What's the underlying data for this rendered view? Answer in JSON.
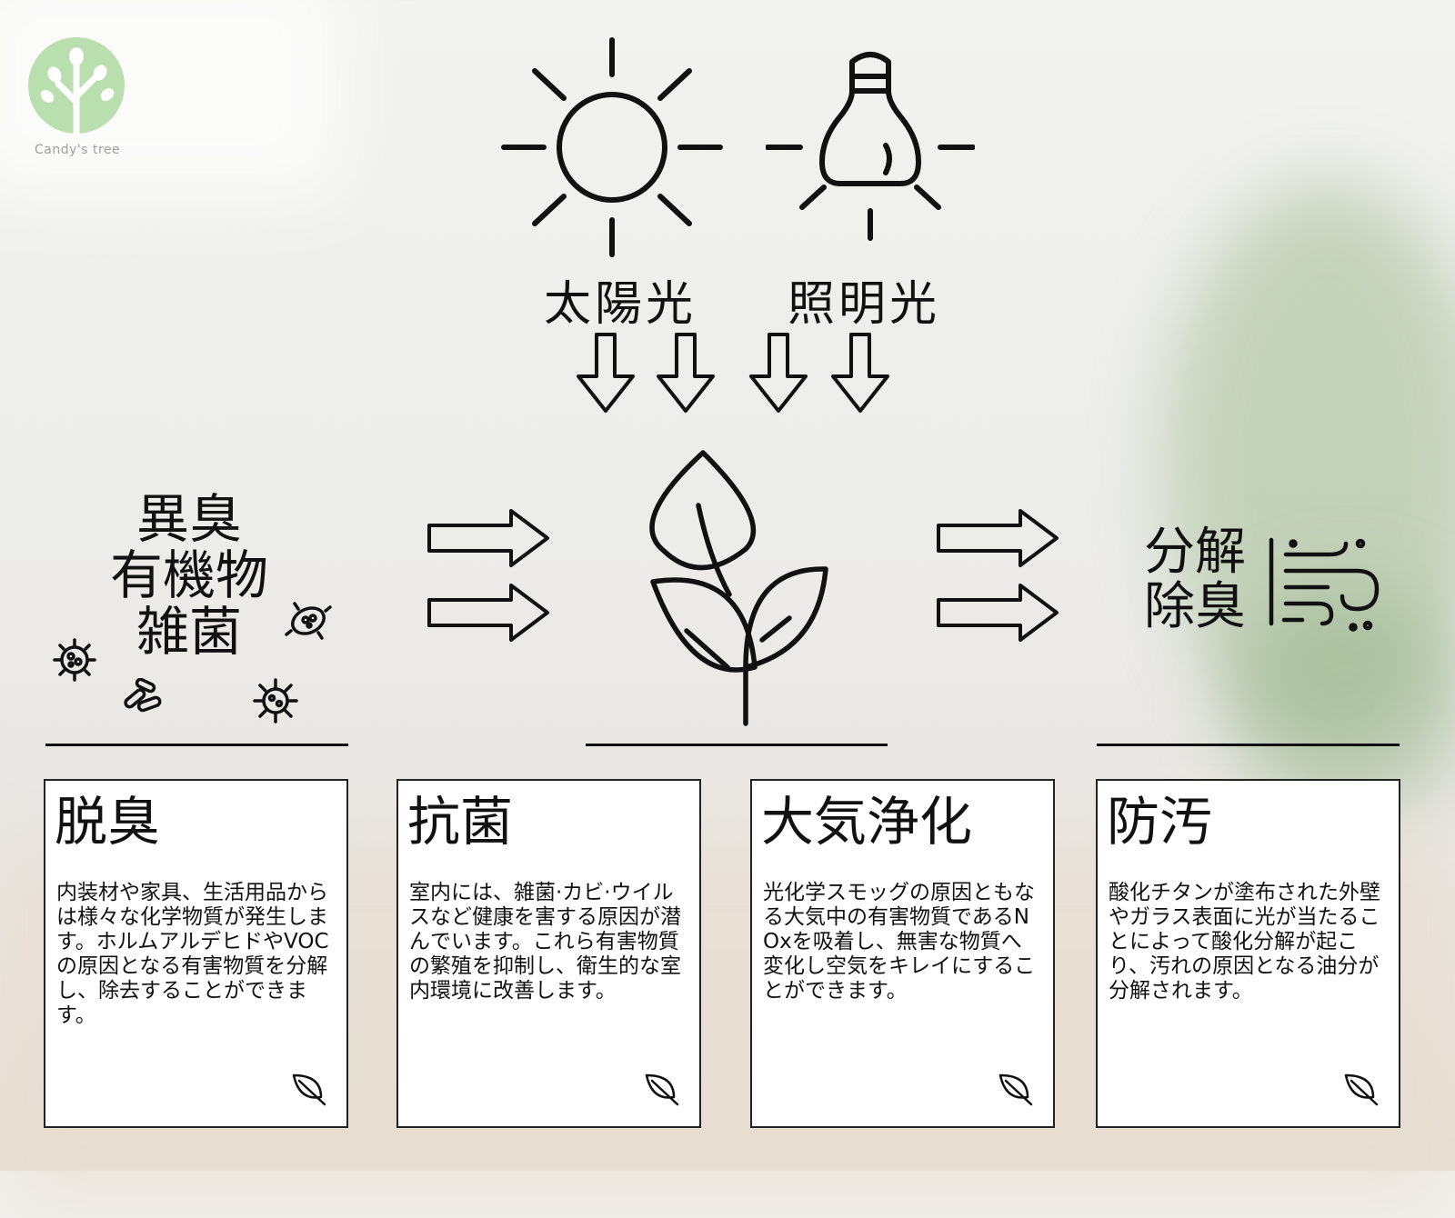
{
  "logo": {
    "name": "Candy's tree",
    "color": "#b9dfae"
  },
  "sources": {
    "sun_label": "太陽光",
    "bulb_label": "照明光"
  },
  "left": {
    "lines": [
      "異臭",
      "有機物",
      "雑菌"
    ]
  },
  "right": {
    "lines": [
      "分解",
      "除臭"
    ]
  },
  "icons": {
    "sun": "sun-icon",
    "bulb": "light-bulb-icon",
    "plant": "plant-leaves-icon",
    "wind": "wind-icon",
    "bacteria": "bacteria-icon",
    "card_leaf": "leaf-icon"
  },
  "cards": [
    {
      "title": "脱臭",
      "body": "内装材や家具、生活用品からは様々な化学物質が発生します。ホルムアルデヒドやVOCの原因となる有害物質を分解し、除去することができます。"
    },
    {
      "title": "抗菌",
      "body": "室内には、雑菌·カビ·ウイルスなど健康を害する原因が潜んでいます。これら有害物質の繁殖を抑制し、衛生的な室内環境に改善します。"
    },
    {
      "title": "大気浄化",
      "body": "光化学スモッグの原因ともなる大気中の有害物質であるNOxを吸着し、無害な物質へ変化し空気をキレイにすることができます。"
    },
    {
      "title": "防汚",
      "body": "酸化チタンが塗布された外壁やガラス表面に光が当たることによって酸化分解が起こり、汚れの原因となる油分が分解されます。"
    }
  ]
}
